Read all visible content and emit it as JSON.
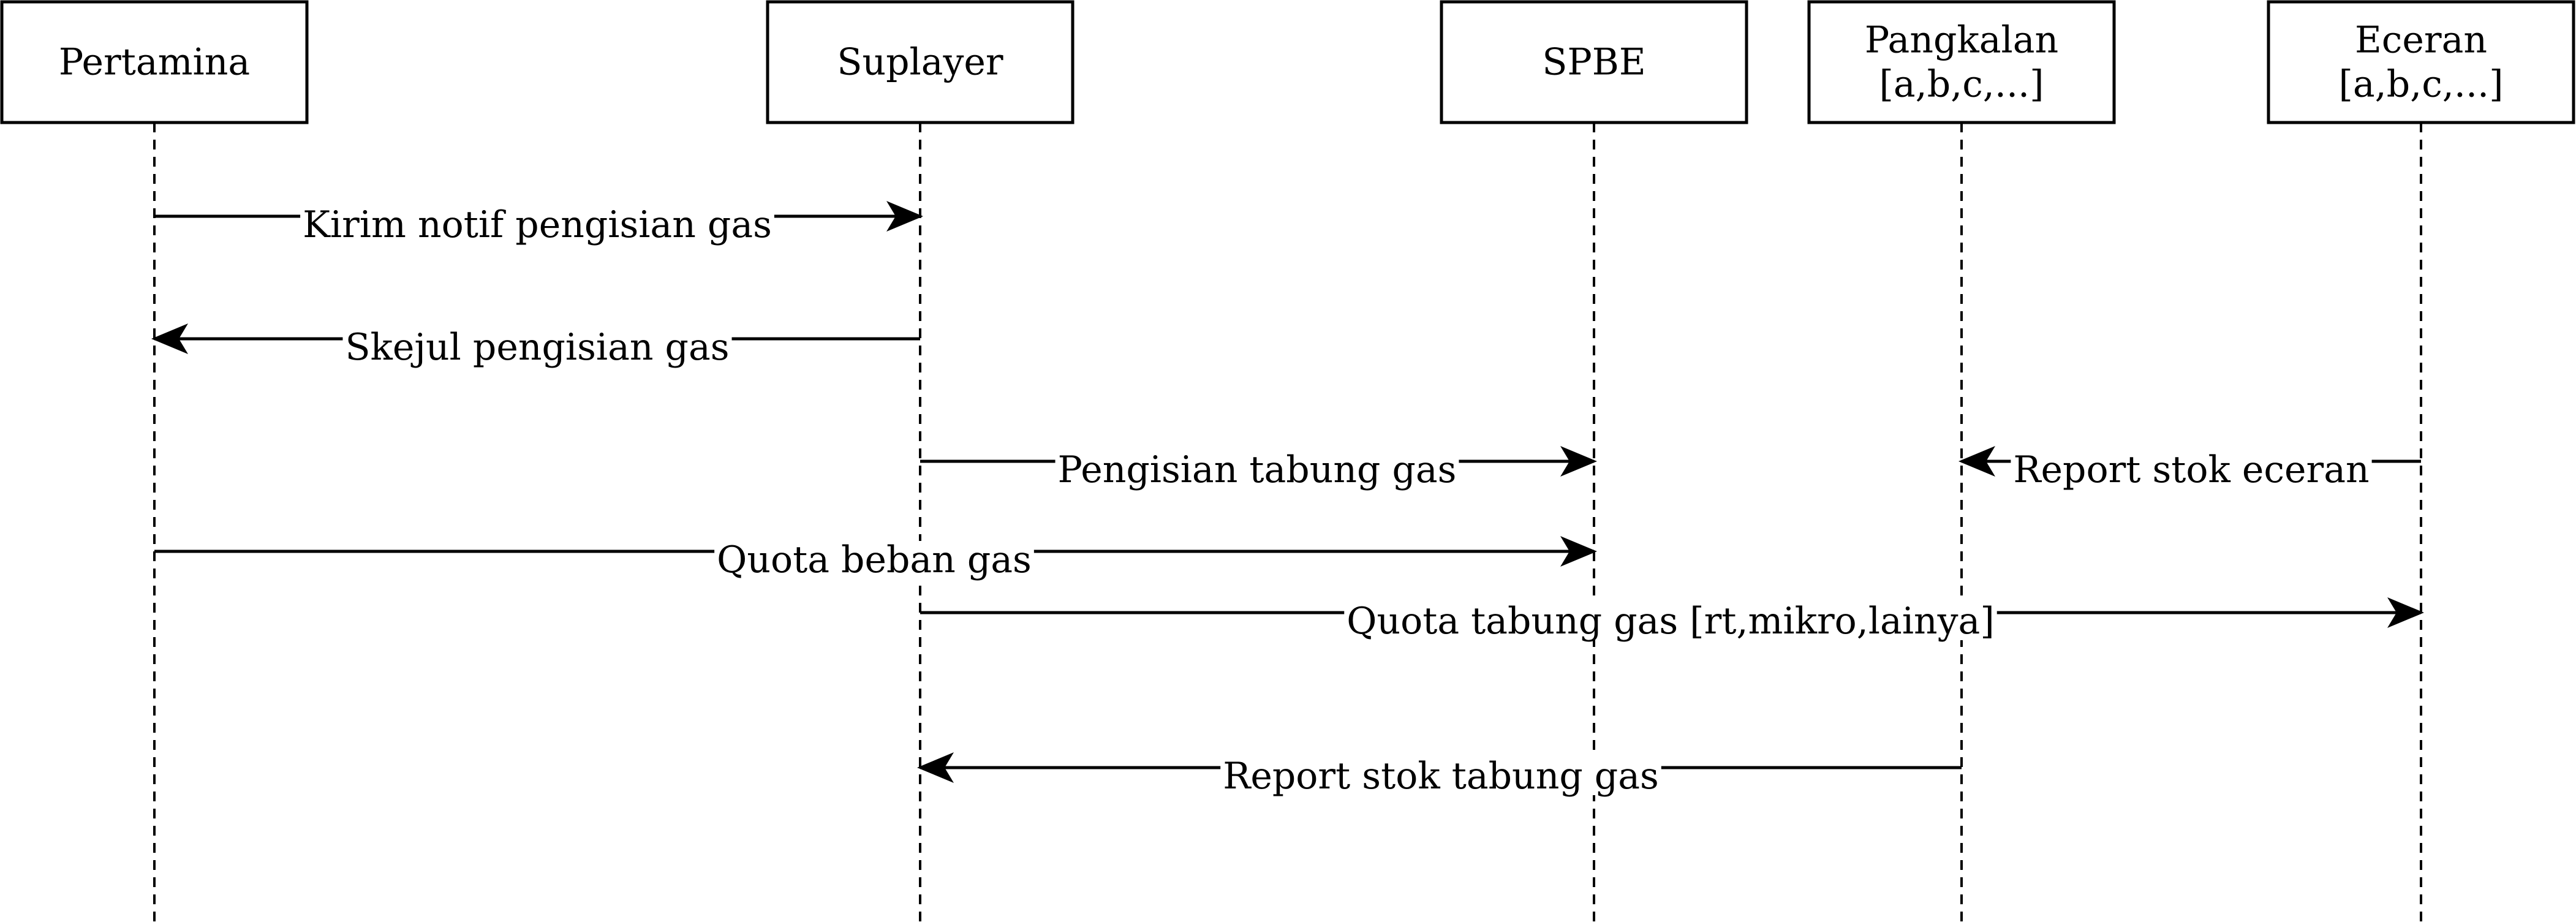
{
  "actors": [
    {
      "id": "pertamina",
      "lines": [
        "Pertamina"
      ]
    },
    {
      "id": "suplayer",
      "lines": [
        "Suplayer"
      ]
    },
    {
      "id": "spbe",
      "lines": [
        "SPBE"
      ]
    },
    {
      "id": "pangkalan",
      "lines": [
        "Pangkalan",
        "[a,b,c,...]"
      ]
    },
    {
      "id": "eceran",
      "lines": [
        "Eceran",
        "[a,b,c,...]"
      ]
    }
  ],
  "messages": [
    {
      "from": "pertamina",
      "to": "suplayer",
      "label": "Kirim notif pengisian gas"
    },
    {
      "from": "suplayer",
      "to": "pertamina",
      "label": "Skejul pengisian gas"
    },
    {
      "from": "suplayer",
      "to": "spbe",
      "label": "Pengisian tabung gas"
    },
    {
      "from": "eceran",
      "to": "pangkalan",
      "label": "Report stok  eceran"
    },
    {
      "from": "pertamina",
      "to": "spbe",
      "label": "Quota beban gas"
    },
    {
      "from": "suplayer",
      "to": "eceran",
      "label": "Quota tabung gas [rt,mikro,lainya]"
    },
    {
      "from": "pangkalan",
      "to": "suplayer",
      "label": "Report stok tabung gas"
    }
  ]
}
